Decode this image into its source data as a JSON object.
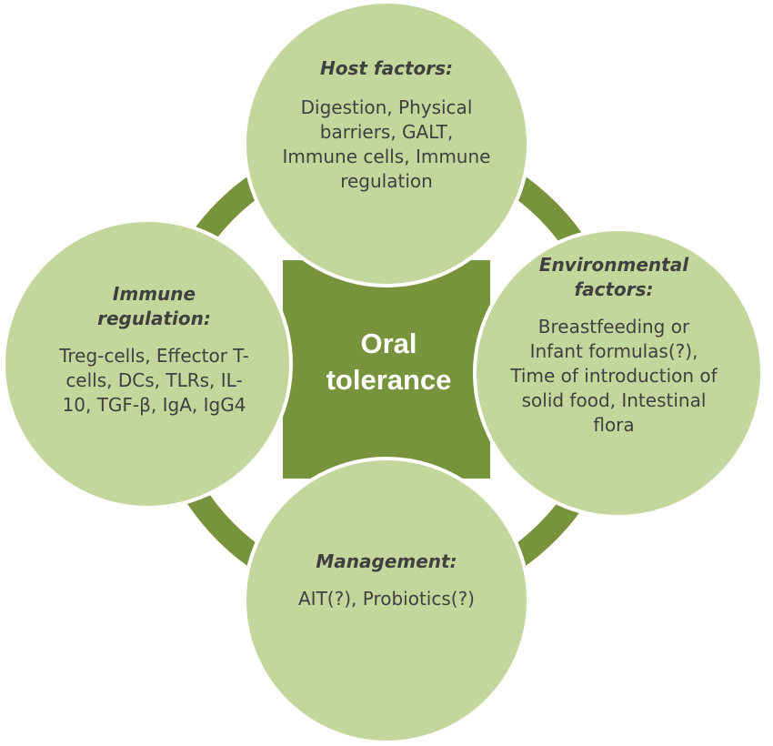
{
  "colors": {
    "light": "#C3D69B",
    "dark": "#77933C",
    "text": "#404040"
  },
  "center": {
    "label": "Oral tolerance"
  },
  "nodes": {
    "host": {
      "title": "Host factors:",
      "body": "Digestion, Physical barriers, GALT, Immune cells, Immune regulation"
    },
    "environmental": {
      "title": "Environmental factors:",
      "body": "Breastfeeding or Infant formulas(?), Time of introduction of solid food, Intestinal flora"
    },
    "management": {
      "title": "Management:",
      "body": "AIT(?), Probiotics(?)"
    },
    "immune": {
      "title": "Immune regulation:",
      "body": "Treg-cells, Effector T-cells, DCs, TLRs, IL-10, TGF-β, IgA, IgG4"
    }
  }
}
